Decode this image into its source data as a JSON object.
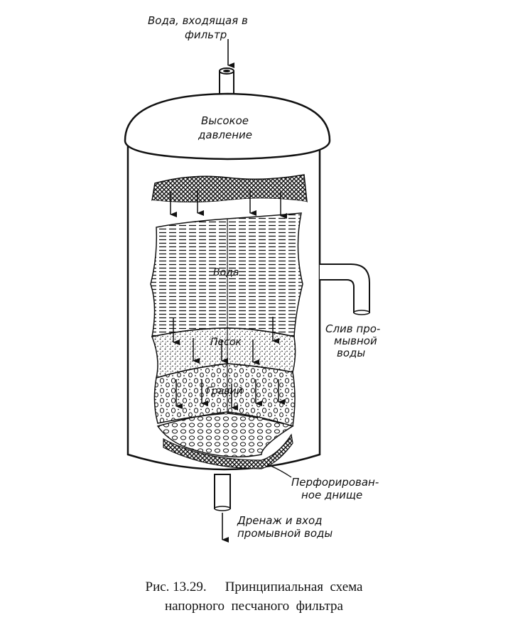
{
  "labels": {
    "inlet_line1": "Вода, входящая в",
    "inlet_line2": "фильтр",
    "pressure_line1": "Высокое",
    "pressure_line2": "давление",
    "water": "Вода",
    "sand": "Песок",
    "gravel": "Гравий",
    "backwash_line1": "Слив про-",
    "backwash_line2": "мывной",
    "backwash_line3": "воды",
    "bottom_line1": "Перфорирован-",
    "bottom_line2": "ное днище",
    "drain_line1": "Дренаж и вход",
    "drain_line2": "промывной воды"
  },
  "caption": {
    "number": "Рис. 13.29.",
    "title_line1": "Принципиальная  схема",
    "title_line2": "напорного  песчаного  фильтра"
  }
}
